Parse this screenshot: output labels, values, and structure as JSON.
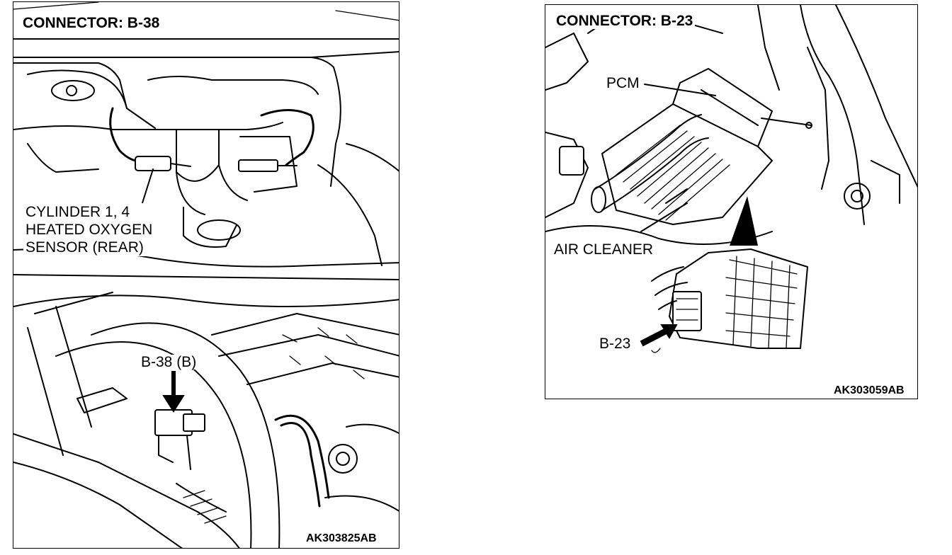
{
  "left_panel": {
    "title": "CONNECTOR: B-38",
    "sensor_label": "CYLINDER 1, 4\nHEATED OXYGEN\nSENSOR (REAR)",
    "connector_label": "B-38 (B)",
    "figure_code": "AK303825AB"
  },
  "right_panel": {
    "title": "CONNECTOR: B-23",
    "pcm_label": "PCM",
    "air_cleaner_label": "AIR CLEANER",
    "connector_label": "B-23",
    "figure_code": "AK303059AB"
  }
}
